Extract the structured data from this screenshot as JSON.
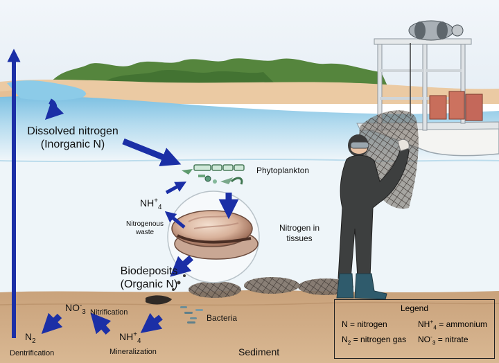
{
  "labels": {
    "dissolved_line1": "Dissolved nitrogen",
    "dissolved_line2": "(Inorganic N)",
    "phytoplankton": "Phytoplankton",
    "nh4_base": "NH",
    "nh4_sup": "+",
    "nh4_sub": "4",
    "nitrogenous_line1": "Nitrogenous",
    "nitrogenous_line2": "waste",
    "tissues_line1": "Nitrogen in",
    "tissues_line2": "tissues",
    "biodeposits_line1": "Biodeposits",
    "biodeposits_line2": "(Organic N)",
    "bacteria": "Bacteria",
    "no3_base": "NO",
    "no3_sup": "-",
    "no3_sub": "3",
    "nitrification": "Nitrification",
    "n2_base": "N",
    "n2_sub": "2",
    "dentrification": "Dentrification",
    "nh4b_base": "NH",
    "nh4b_sup": "+",
    "nh4b_sub": "4",
    "mineralization": "Mineralization",
    "sediment": "Sediment"
  },
  "legend": {
    "title": "Legend",
    "n_entry": "N  = nitrogen",
    "n2_base": "N",
    "n2_sub": "2",
    "n2_text": " = nitrogen gas",
    "nh4_base": "NH",
    "nh4_sup": "+",
    "nh4_sub": "4",
    "nh4_text": " = ammonium",
    "no3_base": "NO",
    "no3_sup": "-",
    "no3_sub": "3",
    "no3_text": " = nitrate"
  },
  "colors": {
    "arrow": "#1b2fa6",
    "sky": "#e8f1f8",
    "water_surface": "#6fb8dd",
    "water_deep": "#eaf3f9",
    "sediment": "#c8a27a",
    "sand": "#e9c9a2",
    "trees": "#4f7f3a"
  }
}
